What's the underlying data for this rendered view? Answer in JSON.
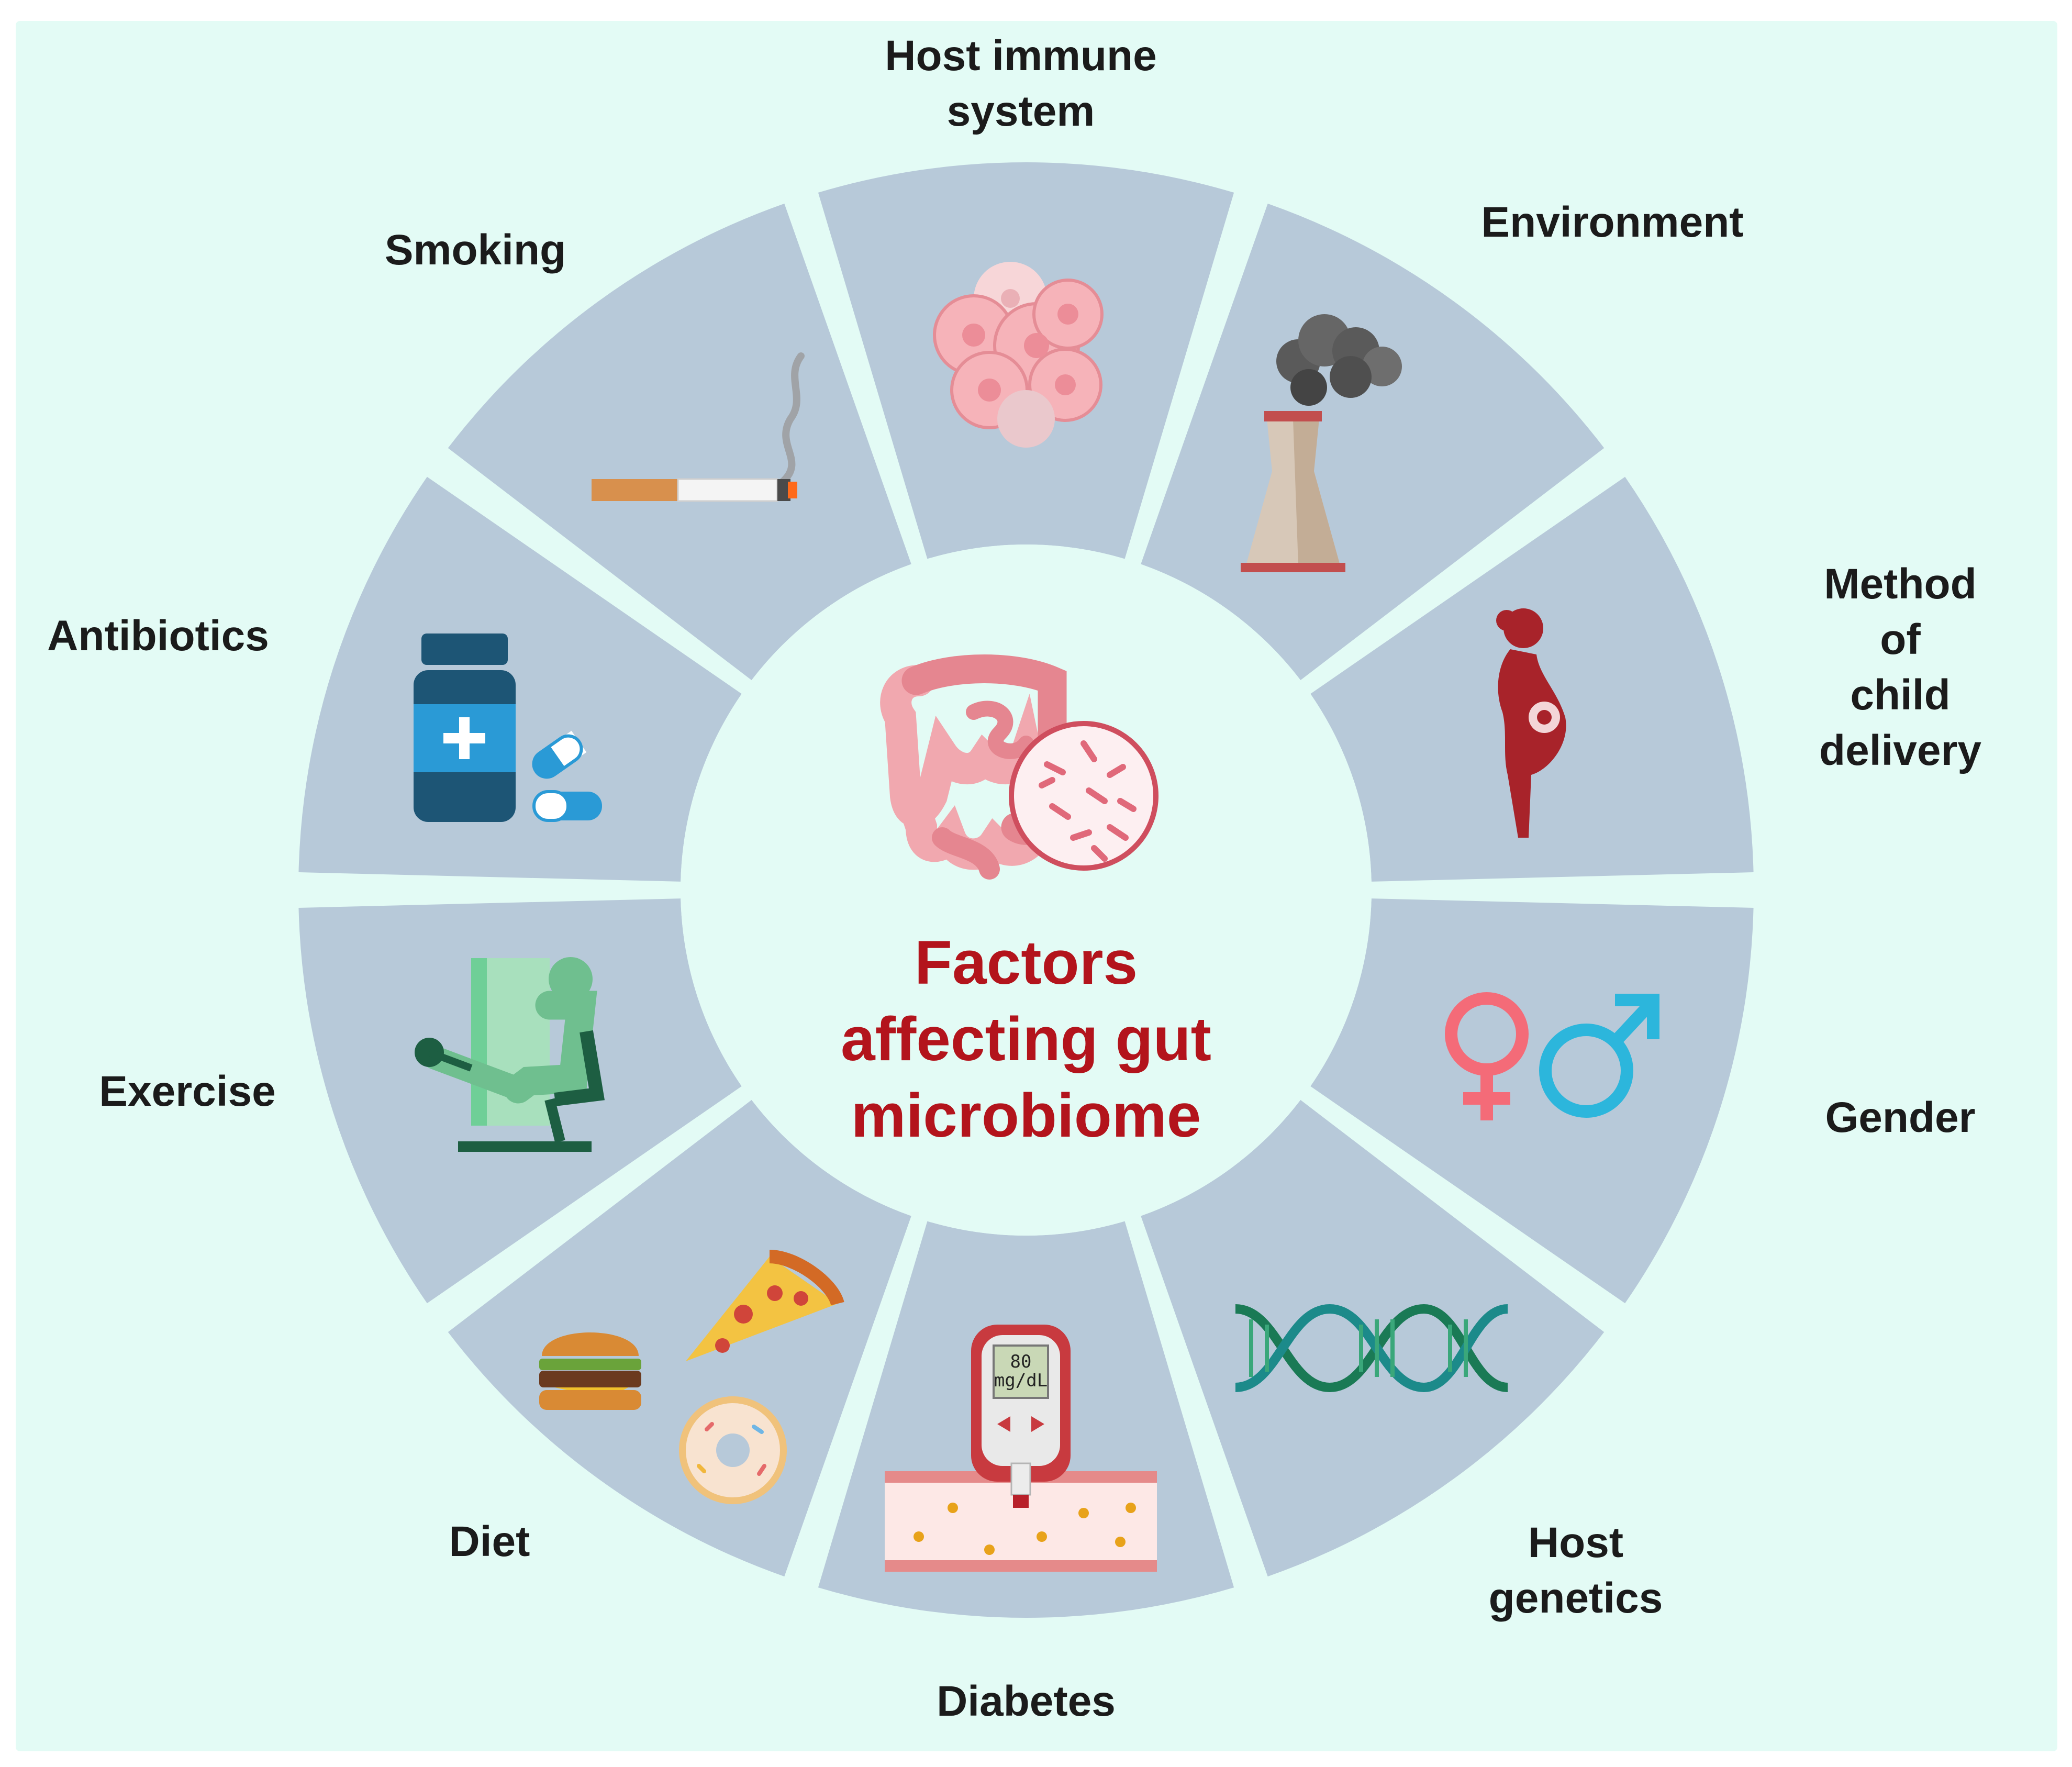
{
  "title": "Factors\naffecting gut\nmicrobiome",
  "factors": [
    {
      "label": "Host immune\nsystem",
      "icon": "immune-cells-icon"
    },
    {
      "label": "Environment",
      "icon": "factory-smoke-icon"
    },
    {
      "label": "Method of\nchild delivery",
      "icon": "pregnant-woman-icon"
    },
    {
      "label": "Gender",
      "icon": "gender-symbols-icon"
    },
    {
      "label": "Host\ngenetics",
      "icon": "dna-helix-icon"
    },
    {
      "label": "Diabetes",
      "icon": "glucose-meter-icon"
    },
    {
      "label": "Diet",
      "icon": "junk-food-icon"
    },
    {
      "label": "Exercise",
      "icon": "exercise-machine-icon"
    },
    {
      "label": "Antibiotics",
      "icon": "pill-bottle-icon"
    },
    {
      "label": "Smoking",
      "icon": "cigarette-icon"
    }
  ],
  "glucose_reading": {
    "value": "80",
    "unit": "mg/dL"
  },
  "colors": {
    "background": "#e3fbf5",
    "segment": "#b7c9d9",
    "title": "#b3141c",
    "label": "#1b1b1b"
  }
}
